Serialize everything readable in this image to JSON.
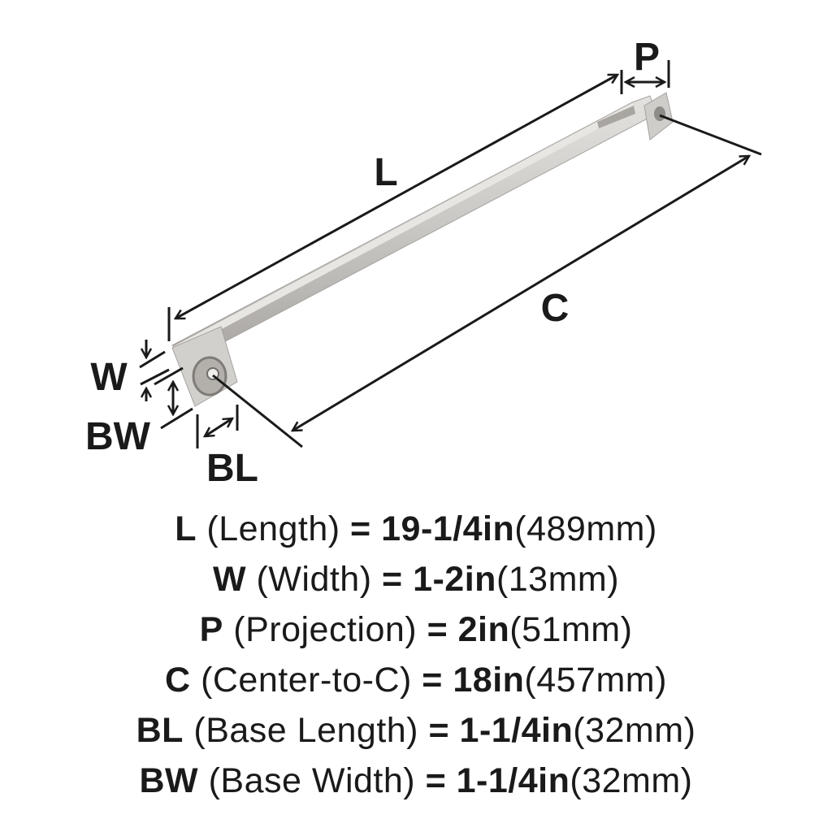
{
  "diagram": {
    "labels": {
      "L": "L",
      "P": "P",
      "C": "C",
      "W": "W",
      "BW": "BW",
      "BL": "BL"
    },
    "colors": {
      "metal": "#c9c7c4",
      "metal_dark": "#9e9b97",
      "ink": "#1a1a1a"
    }
  },
  "specs": [
    {
      "code": "L",
      "name": "(Length)",
      "eq": "=",
      "imperial": "19-1/4in",
      "metric": "(489mm)"
    },
    {
      "code": "W",
      "name": "(Width)",
      "eq": "=",
      "imperial": "1-2in",
      "metric": "(13mm)"
    },
    {
      "code": "P",
      "name": "(Projection)",
      "eq": "=",
      "imperial": "2in",
      "metric": "(51mm)"
    },
    {
      "code": "C",
      "name": "(Center-to-C)",
      "eq": "=",
      "imperial": "18in",
      "metric": "(457mm)"
    },
    {
      "code": "BL",
      "name": "(Base Length)",
      "eq": "=",
      "imperial": "1-1/4in",
      "metric": "(32mm)"
    },
    {
      "code": "BW",
      "name": "(Base Width)",
      "eq": "=",
      "imperial": "1-1/4in",
      "metric": "(32mm)"
    }
  ]
}
